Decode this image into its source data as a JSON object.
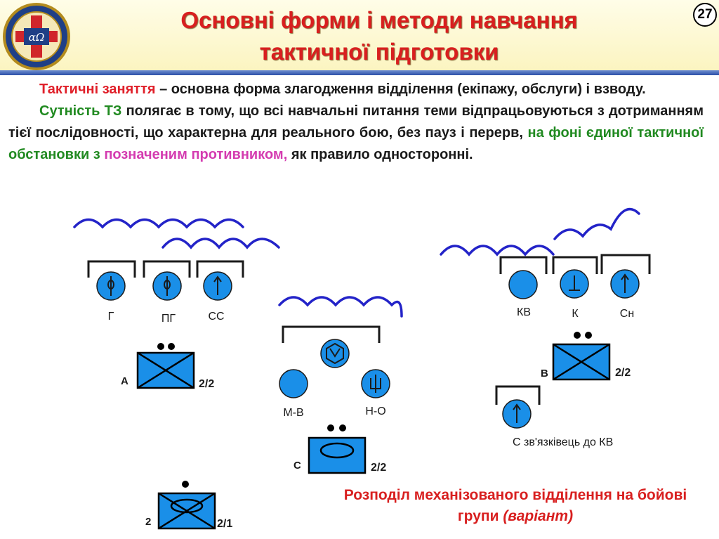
{
  "slide": {
    "title_line1": "Основні форми і методи навчання",
    "title_line2": "тактичної підготовки",
    "page_number": "27",
    "logo_text": "αΩ"
  },
  "paragraph1": {
    "lead": "Тактичні заняття",
    "rest": " – основна форма злагодження відділення (екіпажу, обслуги) і взводу."
  },
  "paragraph2": {
    "lead": "Сутність ТЗ",
    "part1": " полягає в тому, що всі навчальні питання теми відпрацьовуються з дотриманням тієї послідовності, що характерна для реального бою, без пауз і перерв, ",
    "green": "на фоні єдиної тактичної обстановки з",
    "magenta": "позначеним противником,",
    "part2": " як правило односторонні."
  },
  "left_group": {
    "labels": [
      "Г",
      "ПГ",
      "СС"
    ],
    "vehicle_letter": "А",
    "vehicle_number": "2/2"
  },
  "center_group": {
    "labels": [
      "М-В",
      "Н-О"
    ],
    "vehicle_letter": "С",
    "vehicle_number": "2/2"
  },
  "right_group": {
    "labels": [
      "КВ",
      "К",
      "Сн"
    ],
    "vehicle_letter": "В",
    "vehicle_number": "2/2",
    "liaison_label": "С зв'язківець до КВ"
  },
  "bottom_vehicle": {
    "letter": "2",
    "number": "2/1"
  },
  "caption": {
    "main": "Розподіл механізованого відділення на бойові групи ",
    "variant": "(варіант)"
  },
  "colors": {
    "title": "#d81f1f",
    "symbol_fill": "#1a8fe8",
    "arc_stroke": "#2323c8",
    "header_rule": "#2c4fa8"
  }
}
